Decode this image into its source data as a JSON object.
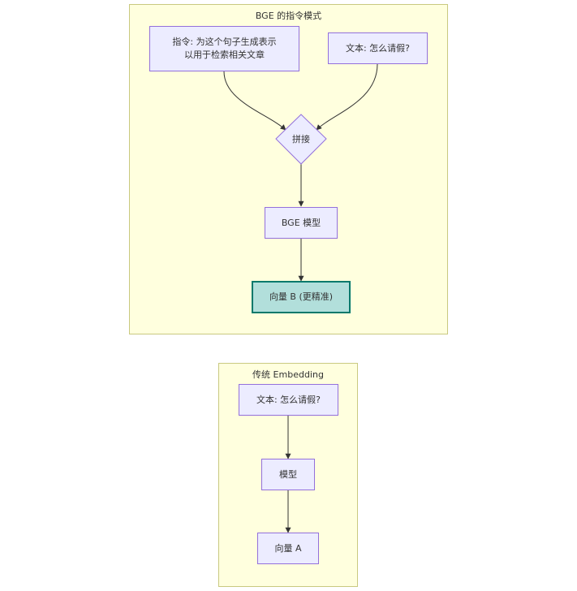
{
  "bge": {
    "title": "BGE 的指令模式",
    "instruction_line1": "指令: 为这个句子生成表示",
    "instruction_line2": "以用于检索相关文章",
    "text": "文本: 怎么请假?",
    "concat": "拼接",
    "model": "BGE 模型",
    "vector": "向量 B (更精准)"
  },
  "traditional": {
    "title": "传统 Embedding",
    "text": "文本: 怎么请假?",
    "model": "模型",
    "vector": "向量 A"
  },
  "colors": {
    "cluster_fill": "#ffffde",
    "cluster_border": "#c9c980",
    "node_fill": "#ececff",
    "node_border": "#9370db",
    "highlight_fill": "#b2dfdb",
    "highlight_border": "#00796b",
    "edge": "#333333"
  }
}
